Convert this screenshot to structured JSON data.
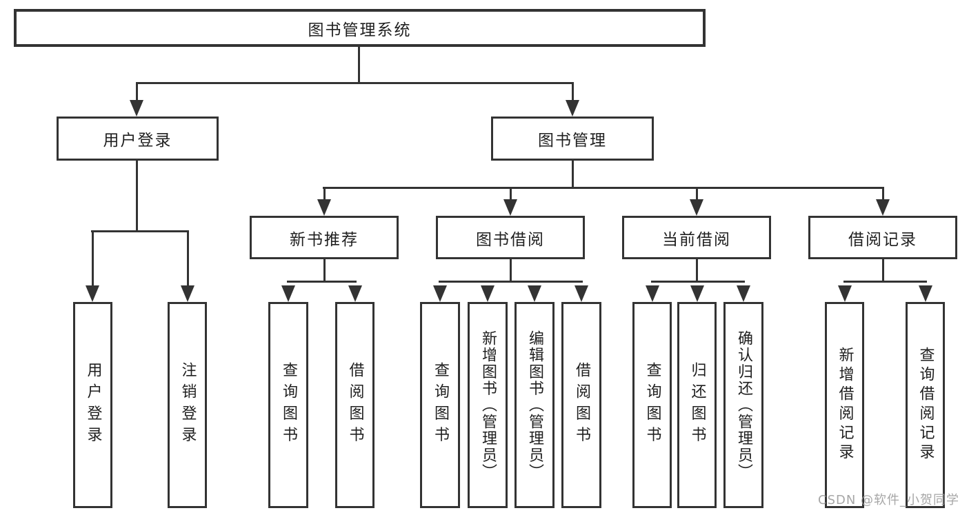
{
  "tree": {
    "root": {
      "label": "图书管理系统"
    },
    "branches": [
      {
        "label": "用户登录",
        "leaves": [
          {
            "label": "用户登录"
          },
          {
            "label": "注销登录"
          }
        ]
      },
      {
        "label": "图书管理",
        "sections": [
          {
            "label": "新书推荐",
            "leaves": [
              {
                "label": "查询图书"
              },
              {
                "label": "借阅图书"
              }
            ]
          },
          {
            "label": "图书借阅",
            "leaves": [
              {
                "label": "查询图书"
              },
              {
                "label": "新增图书（管理员）"
              },
              {
                "label": "编辑图书（管理员）"
              },
              {
                "label": "借阅图书"
              }
            ]
          },
          {
            "label": "当前借阅",
            "leaves": [
              {
                "label": "查询图书"
              },
              {
                "label": "归还图书"
              },
              {
                "label": "确认归还（管理员）"
              }
            ]
          },
          {
            "label": "借阅记录",
            "leaves": [
              {
                "label": "新增借阅记录"
              },
              {
                "label": "查询借阅记录"
              }
            ]
          }
        ]
      }
    ]
  },
  "watermark": {
    "text": "CSDN @软件_小贺同学"
  },
  "colors": {
    "background": "#ffffff",
    "line": "#333333",
    "box_border": "#333333",
    "text": "#1f1f1f",
    "watermark": "#969696"
  }
}
